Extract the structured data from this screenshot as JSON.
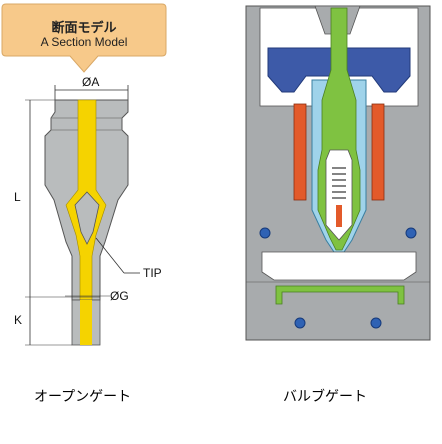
{
  "callout": {
    "title": "断面モデル",
    "subtitle": "A Section Model",
    "color": "#f7c98a"
  },
  "open_gate": {
    "dim_diameter_a": "ØA",
    "dim_length": "L",
    "dim_tip": "TIP",
    "dim_diameter_g": "ØG",
    "dim_k": "K",
    "caption": "オープンゲート"
  },
  "valve_gate": {
    "caption": "バルブゲート"
  },
  "colors": {
    "nozzle_gray": "#b9bcbd",
    "resin_yellow": "#f5d300",
    "mold_gray": "#a8abad",
    "clamp_blue": "#3d5aa8",
    "body_light_blue": "#9fd3ea",
    "heater_red": "#e35a2a",
    "resin_green": "#7fc241",
    "bolt_blue": "#2f62b4"
  }
}
